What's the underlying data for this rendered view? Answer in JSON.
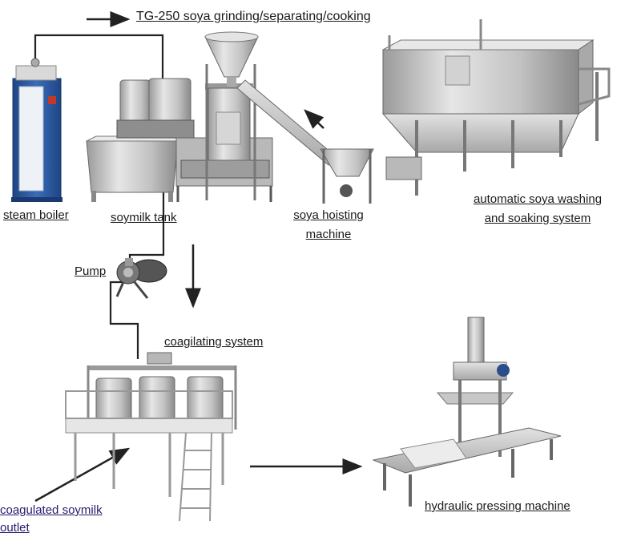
{
  "labels": {
    "title": "TG-250 soya grinding/separating/cooking",
    "steam_boiler": "steam boiler",
    "soymilk_tank": "soymilk tank",
    "soya_hoisting_line1": "soya hoisting",
    "soya_hoisting_line2": "machine",
    "washing_line1": "automatic soya washing",
    "washing_line2": "and soaking system",
    "pump": "Pump",
    "coagulating": "coagilating system",
    "coag_outlet_line1": "coagulated soymilk",
    "coag_outlet_line2": "outlet",
    "hydraulic": "hydraulic pressing machine"
  },
  "colors": {
    "label_text": "#1a1a1a",
    "outlet_label_text": "#2a1a6e",
    "pipe": "#222222",
    "steel_light": "#dcdcdc",
    "steel_mid": "#b5b5b5",
    "steel_dark": "#7d7d7d",
    "boiler_blue": "#2e5aa0",
    "boiler_panel": "#eef2f6",
    "valve_red": "#c0392b"
  }
}
